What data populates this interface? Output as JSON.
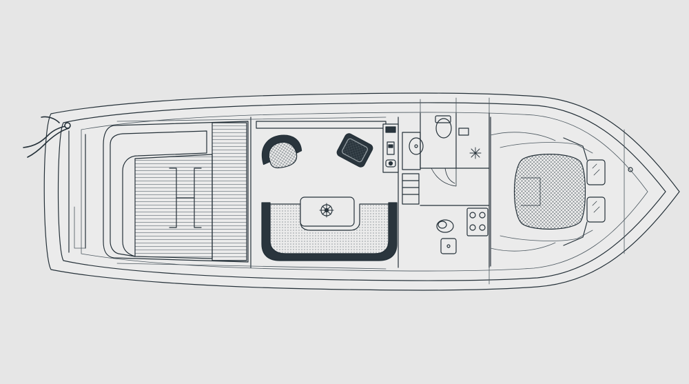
{
  "diagram": {
    "subject": "boat-deck-layout",
    "colors": {
      "background": "#e6e6e6",
      "hull_fill": "#ebebeb",
      "line": "#243038",
      "light_line": "#4a565e",
      "fill_dark": "#2a353d"
    },
    "areas": [
      "aft-deck",
      "cockpit-saloon",
      "helm-station",
      "dinette",
      "heads",
      "galley",
      "forward-cabin",
      "bow"
    ]
  }
}
